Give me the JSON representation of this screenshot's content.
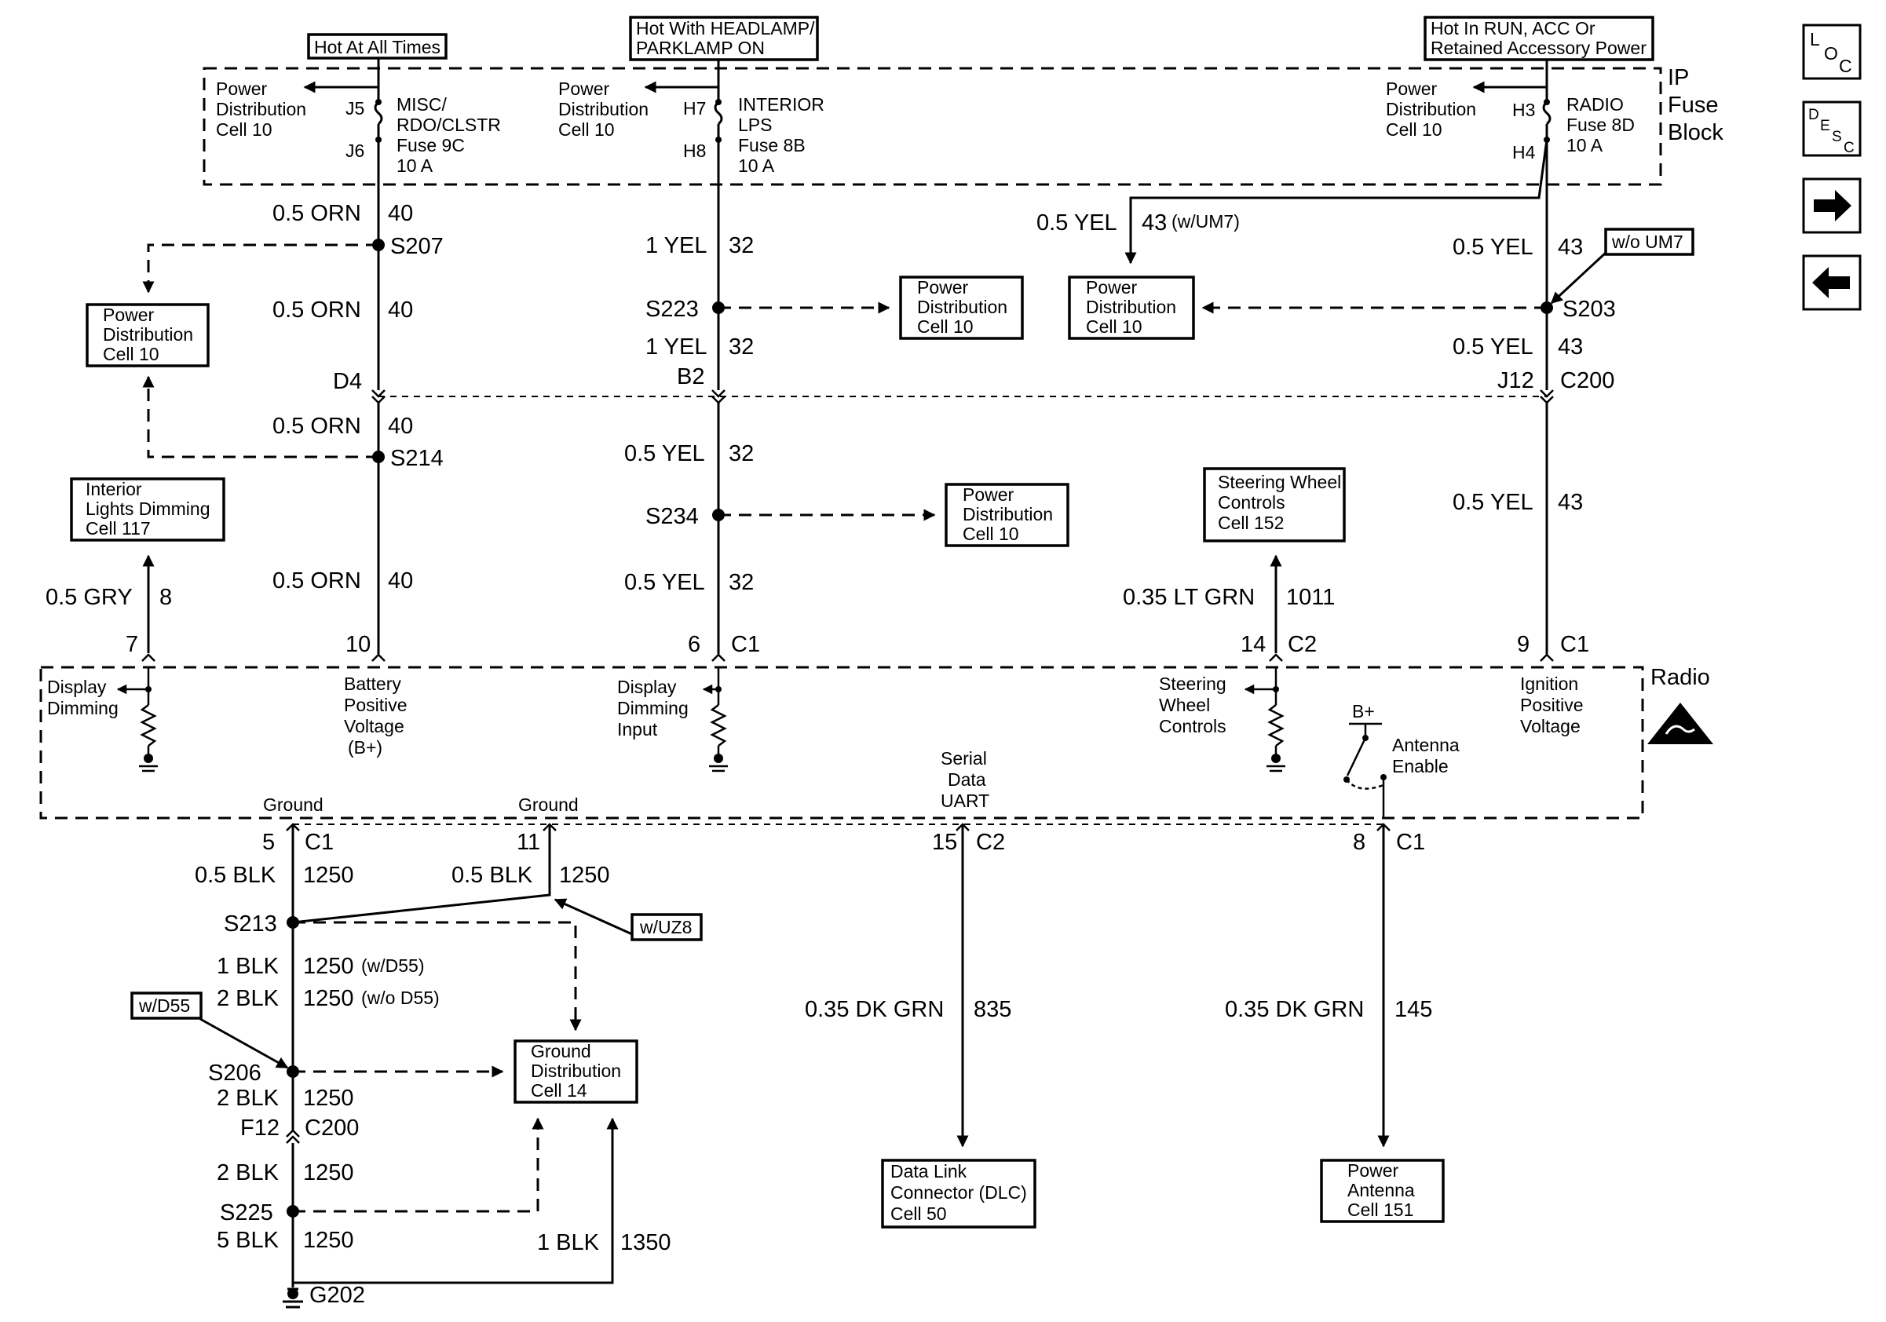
{
  "window": {
    "title": ""
  },
  "sources": {
    "hot_at_all_times": "Hot At All Times",
    "hot_headlamp_l1": "Hot With HEADLAMP/",
    "hot_headlamp_l2": "PARKLAMP ON",
    "hot_run_l1": "Hot In RUN, ACC Or",
    "hot_run_l2": "Retained Accessory Power"
  },
  "fuse_block": {
    "label_l1": "IP",
    "label_l2": "Fuse",
    "label_l3": "Block",
    "pd_l1": "Power",
    "pd_l2": "Distribution",
    "pd_l3": "Cell 10",
    "fuse9c": {
      "top": "J5",
      "bottom": "J6",
      "l1": "MISC/",
      "l2": "RDO/CLSTR",
      "l3": "Fuse 9C",
      "l4": "10 A"
    },
    "fuse8b": {
      "top": "H7",
      "bottom": "H8",
      "l1": "INTERIOR",
      "l2": "LPS",
      "l3": "Fuse 8B",
      "l4": "10 A"
    },
    "fuse8d": {
      "top": "H3",
      "bottom": "H4",
      "l1": "RADIO",
      "l2": "Fuse 8D",
      "l3": "10 A"
    }
  },
  "boxes": {
    "pd_l1": "Power",
    "pd_l2": "Distribution",
    "pd_l3": "Cell 10",
    "ild_l1": "Interior",
    "ild_l2": "Lights Dimming",
    "ild_l3": "Cell 117",
    "swc_l1": "Steering Wheel",
    "swc_l2": "Controls",
    "swc_l3": "Cell 152",
    "gd_l1": "Ground",
    "gd_l2": "Distribution",
    "gd_l3": "Cell 14",
    "dlc_l1": "Data Link",
    "dlc_l2": "Connector (DLC)",
    "dlc_l3": "Cell 50",
    "pa_l1": "Power",
    "pa_l2": "Antenna",
    "pa_l3": "Cell 151",
    "wo_um7": "w/o UM7",
    "w_uz8": "w/UZ8",
    "w_d55": "w/D55"
  },
  "wires": {
    "orn_05": "0.5 ORN",
    "c40": "40",
    "yel_1": "1 YEL",
    "c32": "32",
    "yel_05": "0.5 YEL",
    "c43": "43",
    "c43_um7": "43",
    "w_um7": "(w/UM7)",
    "gry_05": "0.5 GRY",
    "c8": "8",
    "ltgrn_035": "0.35 LT GRN",
    "c1011": "1011",
    "blk_05": "0.5 BLK",
    "c1250": "1250",
    "blk_1": "1 BLK",
    "blk_2": "2 BLK",
    "blk_5": "5 BLK",
    "w_d55": "(w/D55)",
    "wo_d55": "(w/o D55)",
    "blk_1b": "1 BLK",
    "c1350": "1350",
    "dkgrn_035": "0.35 DK GRN",
    "c835": "835",
    "c145": "145"
  },
  "splices": {
    "s207": "S207",
    "s214": "S214",
    "s223": "S223",
    "s234": "S234",
    "s203": "S203",
    "s213": "S213",
    "s206": "S206",
    "s225": "S225",
    "g202": "G202"
  },
  "connectors": {
    "d4": "D4",
    "b2": "B2",
    "j12": "J12",
    "c200": "C200",
    "p7": "7",
    "p10": "10",
    "p6": "6",
    "c1": "C1",
    "p14": "14",
    "c2": "C2",
    "p9": "9",
    "p5": "5",
    "p11": "11",
    "p15": "15",
    "p8": "8",
    "f12": "F12"
  },
  "radio": {
    "label": "Radio",
    "dd_l1": "Display",
    "dd_l2": "Dimming",
    "bpv_l1": "Battery",
    "bpv_l2": "Positive",
    "bpv_l3": "Voltage",
    "bpv_l4": "(B+)",
    "ddi_l1": "Display",
    "ddi_l2": "Dimming",
    "ddi_l3": "Input",
    "swc_l1": "Steering",
    "swc_l2": "Wheel",
    "swc_l3": "Controls",
    "bplus": "B+",
    "ae_l1": "Antenna",
    "ae_l2": "Enable",
    "ipv_l1": "Ignition",
    "ipv_l2": "Positive",
    "ipv_l3": "Voltage",
    "sd_l1": "Serial",
    "sd_l2": "Data",
    "sd_l3": "UART",
    "gnd": "Ground"
  },
  "nav": {
    "loc": {
      "l": "L",
      "o": "O",
      "c": "C"
    },
    "desc": {
      "d": "D",
      "e": "E",
      "s": "S",
      "c": "C"
    }
  }
}
